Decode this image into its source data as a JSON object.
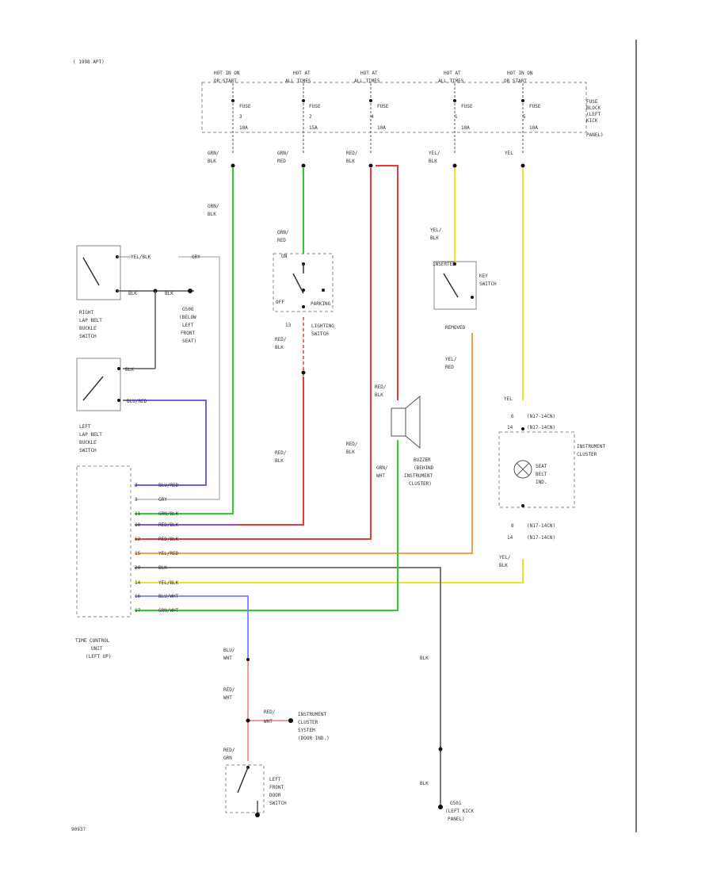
{
  "header": {
    "year_note": "( 1998 APT)"
  },
  "footer": {
    "fig_id": "90937"
  },
  "colors": {
    "green": "#2ecc2e",
    "red": "#e83a3a",
    "yellow": "#e6e62a",
    "orange": "#f5a04a",
    "purple": "#9a4ae8",
    "blue": "#6a6aff",
    "grey": "#777777",
    "pink": "#f29a9a",
    "darkgreen": "#2e9a2e"
  },
  "fuses": [
    {
      "hot": "HOT IN ON",
      "hot2": "OR START",
      "name": "FUSE",
      "num": "3",
      "amp": "10A"
    },
    {
      "hot": "HOT AT",
      "hot2": "ALL TIMES",
      "name": "FUSE",
      "num": "2",
      "amp": "15A"
    },
    {
      "hot": "HOT AT",
      "hot2": "ALL TIMES",
      "name": "FUSE",
      "num": "4",
      "amp": "10A"
    },
    {
      "hot": "HOT AT",
      "hot2": "ALL TIMES",
      "name": "FUSE",
      "num": "1",
      "amp": "10A"
    },
    {
      "hot": "HOT IN ON",
      "hot2": "OR START",
      "name": "FUSE",
      "num": "5",
      "amp": "10A"
    }
  ],
  "fuse_block": {
    "l1": "FUSE",
    "l2": "BLOCK",
    "l3": "(LEFT",
    "l4": "KICK",
    "l5": "PANEL)"
  },
  "wires_top": [
    {
      "c1": "GRN/",
      "c2": "BLK"
    },
    {
      "c1": "GRN/",
      "c2": "RED"
    },
    {
      "c1": "RED/",
      "c2": "BLK"
    },
    {
      "c1": "YEL/",
      "c2": "BLK"
    },
    {
      "c1": "YEL"
    }
  ],
  "labels": {
    "grn_blk_mid": "GRN/",
    "grn_blk_mid2": "BLK",
    "grn_red_mid": "GRN/",
    "grn_red_mid2": "RED",
    "yel_blk_mid": "YEL/",
    "yel_blk_mid2": "BLK",
    "yel_blk_pin": "YEL/BLK",
    "gry_pin": "GRY",
    "blk_pin": "BLK",
    "blk_pin2": "BLK",
    "right_buckle": [
      "RIGHT",
      "LAP BELT",
      "BUCKLE",
      "SWITCH"
    ],
    "gnd_seat": [
      "G506",
      "(BELOW",
      "LEFT",
      "FRONT",
      "SEAT)"
    ],
    "blk_lbl": "BLK",
    "left_buckle": [
      "LEFT",
      "LAP BELT",
      "BUCKLE",
      "SWITCH"
    ],
    "blu_red_pin": "BLU/RED",
    "lighting_switch": [
      "LIGHTING",
      "SWITCH"
    ],
    "off": "OFF",
    "on": "ON",
    "parking": "PARKING",
    "red_blk": [
      "RED/",
      "BLK"
    ],
    "key_switch": [
      "KEY",
      "SWITCH"
    ],
    "removed": "REMOVED",
    "inserted": "INSERTED",
    "yel_red": [
      "YEL/",
      "RED"
    ],
    "red_blk2": [
      "RED/",
      "BLK"
    ],
    "red_blk3": [
      "RED/",
      "BLK"
    ],
    "grn_wht": [
      "GRN/",
      "WHT"
    ],
    "buzzer": [
      "BUZZER",
      "(BEHIND",
      "INSTRUMENT",
      "CLUSTER)"
    ],
    "instrument_cluster": [
      "INSTRUMENT",
      "CLUSTER"
    ],
    "yel": "YEL",
    "pin6": "6",
    "pin14": "14",
    "pin8": "8",
    "conn1": "(N17-14CN)",
    "conn2": "(N17-14CN)",
    "seat_belt": [
      "SEAT",
      "BELT",
      "IND."
    ],
    "red_blk4": [
      "RED/",
      "BLK"
    ],
    "tcu_pins": [
      "BLU/RED",
      "GRY",
      "GRN/BLK",
      "RED/BLK",
      "RED/BLK",
      "YEL/RED",
      "BLK",
      "YEL/BLK",
      "BLU/WHT",
      "GRN/WHT"
    ],
    "tcu_nums": [
      "2",
      "3",
      "11",
      "10",
      "12",
      "15",
      "20",
      "14",
      "16",
      "17"
    ],
    "tcu": [
      "TIME CONTROL",
      "UNIT",
      "(LEFT UP)"
    ],
    "yel_blk_r": [
      "YEL/",
      "BLK"
    ],
    "blu_wht": [
      "BLU/",
      "WHT"
    ],
    "red_wht": [
      "RED/",
      "WHT"
    ],
    "red_wht2": [
      "RED/",
      "WHT"
    ],
    "inst_door": [
      "INSTRUMENT",
      "CLUSTER",
      "SYSTEM",
      "(DOOR IND.)"
    ],
    "red_wht3": [
      "RED/",
      "GRN"
    ],
    "left_door": [
      "LEFT",
      "FRONT",
      "DOOR",
      "SWITCH"
    ],
    "blk_v": "BLK",
    "blk_v2": "BLK",
    "g501": [
      "G501",
      "(LEFT KICK",
      "PANEL)"
    ]
  }
}
